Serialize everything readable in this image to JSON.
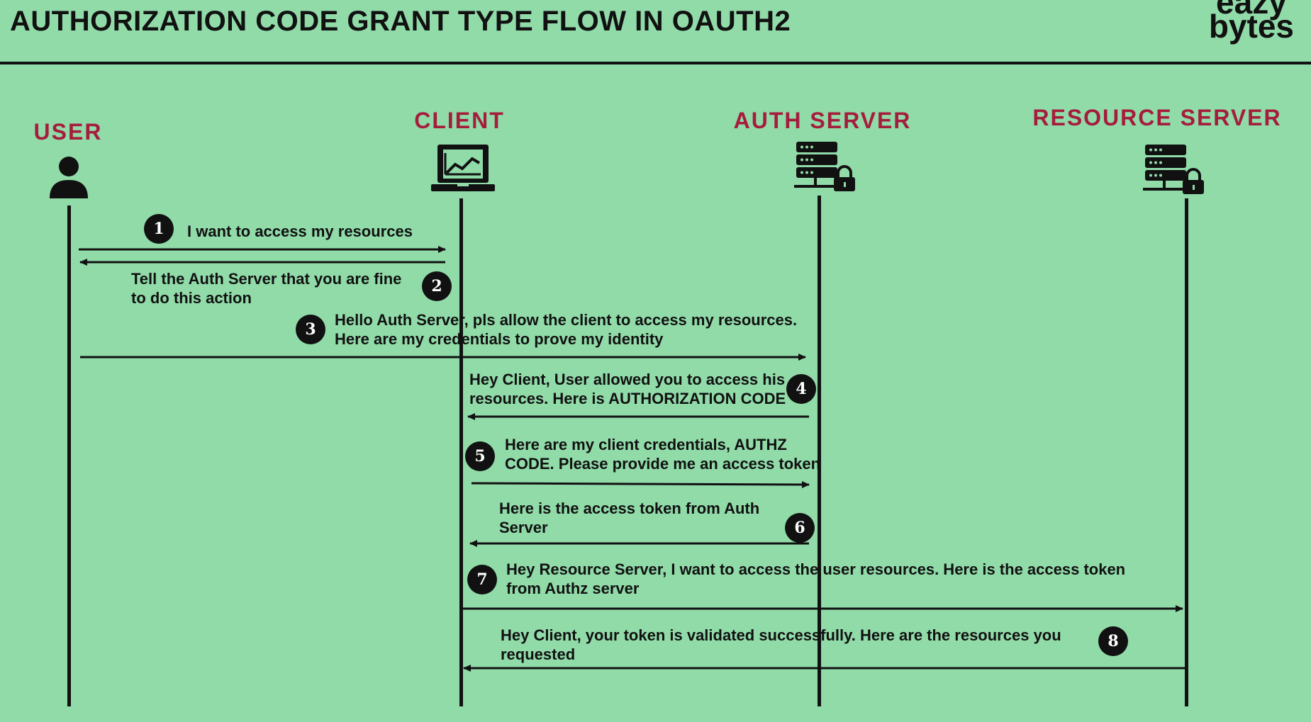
{
  "header": {
    "title": "AUTHORIZATION CODE GRANT TYPE FLOW IN OAUTH2",
    "logo_line1": "eazy",
    "logo_line2": "bytes"
  },
  "actors": {
    "user": "USER",
    "client": "CLIENT",
    "auth_server": "AUTH SERVER",
    "resource_server": "RESOURCE SERVER"
  },
  "steps": [
    {
      "number": "1",
      "line1": "I want to access my resources",
      "line2": ""
    },
    {
      "number": "2",
      "line1": "Tell the Auth Server that you are fine",
      "line2": "to do this action"
    },
    {
      "number": "3",
      "line1": "Hello Auth Server, pls allow the client to access my resources.",
      "line2": "Here are my credentials to prove my identity"
    },
    {
      "number": "4",
      "line1": "Hey Client, User allowed you to access his",
      "line2": "resources. Here is AUTHORIZATION CODE"
    },
    {
      "number": "5",
      "line1": "Here are my client credentials, AUTHZ",
      "line2": "CODE. Please provide me an access token"
    },
    {
      "number": "6",
      "line1": "Here is the access token from Auth",
      "line2": "Server"
    },
    {
      "number": "7",
      "line1": "Hey Resource Server,  I want to access the user resources. Here is the access token",
      "line2": "from Authz server"
    },
    {
      "number": "8",
      "line1": "Hey Client, your token is validated successfully.   Here are the resources you",
      "line2": "requested"
    }
  ],
  "colors": {
    "background": "#91dba9",
    "actor_label": "#a51d3c",
    "ink": "#111111"
  },
  "icons": {
    "user": "person-icon",
    "client": "laptop-chart-icon",
    "auth_server": "server-lock-icon",
    "resource_server": "server-lock-icon"
  }
}
